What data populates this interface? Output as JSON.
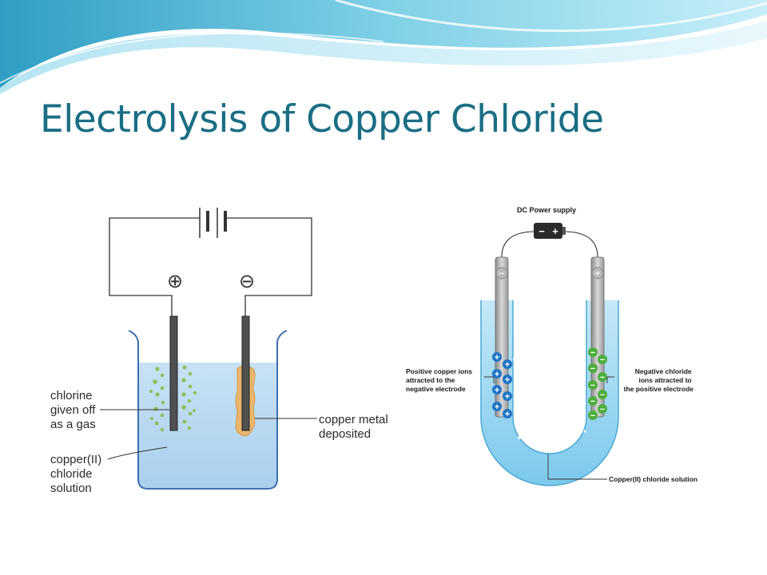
{
  "slide": {
    "title": "Electrolysis of Copper Chloride",
    "accent_color": "#1a6e84"
  },
  "left_diagram": {
    "anode_symbol": "⊕",
    "cathode_symbol": "⊖",
    "label_chlorine": [
      "chlorine",
      "given off",
      "as a gas"
    ],
    "label_solution": [
      "copper(II)",
      "chloride",
      "solution"
    ],
    "label_copper": [
      "copper metal",
      "deposited"
    ]
  },
  "right_diagram": {
    "power_supply_label": "DC Power supply",
    "battery_signs": [
      "−",
      "+"
    ],
    "electrode_signs": [
      "−",
      "+"
    ],
    "label_positive_ions": [
      "Positive copper ions",
      "attracted to the",
      "negative electrode"
    ],
    "label_negative_ions": [
      "Negative chloride",
      "ions attracted to",
      "the positive electrode"
    ],
    "label_solution": "Copper(II) chloride solution",
    "cation_sign": "+",
    "anion_sign": "−"
  }
}
